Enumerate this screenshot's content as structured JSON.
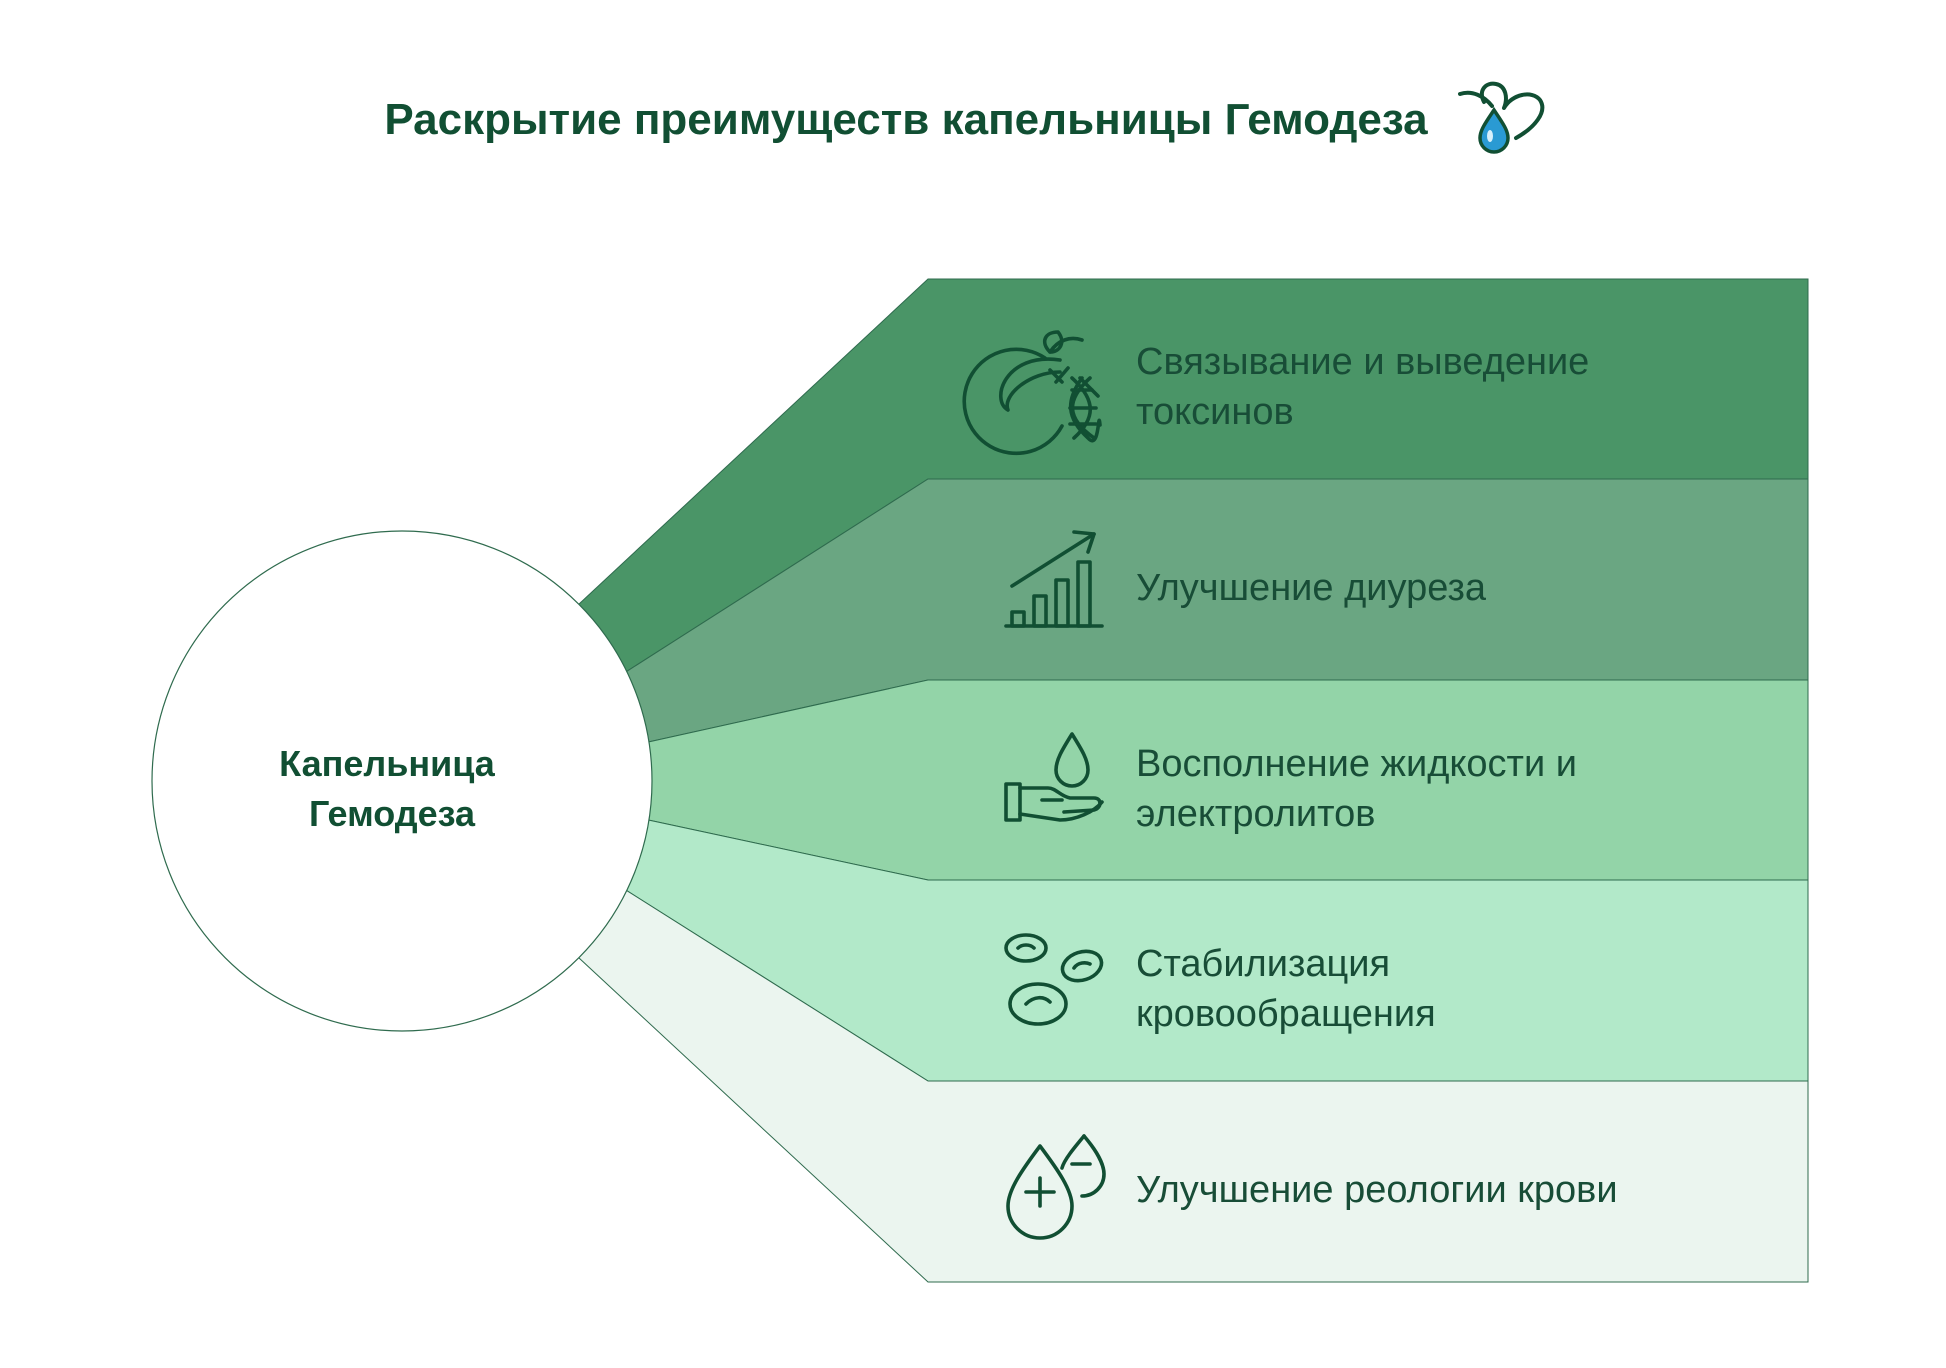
{
  "title": "Раскрытие преимуществ капельницы Гемодеза",
  "logo": {
    "icon": "heart-drop-logo-icon",
    "colors": [
      "#114f33",
      "#2a9ad3"
    ]
  },
  "center": {
    "lines": [
      "Капельница",
      "Гемодеза"
    ]
  },
  "rows": [
    {
      "lines": [
        "Связывание и выведение",
        "токсинов"
      ],
      "icon": "detox-fruit-dna-icon",
      "color": "#4a9567"
    },
    {
      "lines": [
        "Улучшение диуреза"
      ],
      "icon": "growth-bar-chart-icon",
      "color": "#6aa682"
    },
    {
      "lines": [
        "Восполнение жидкости и",
        "электролитов"
      ],
      "icon": "hand-drop-icon",
      "color": "#93d4a8"
    },
    {
      "lines": [
        "Стабилизация",
        "кровообращения"
      ],
      "icon": "blood-cells-icon",
      "color": "#b2e9c9"
    },
    {
      "lines": [
        "Улучшение реологии крови"
      ],
      "icon": "plus-minus-drops-icon",
      "color": "#ebf5ef"
    }
  ]
}
